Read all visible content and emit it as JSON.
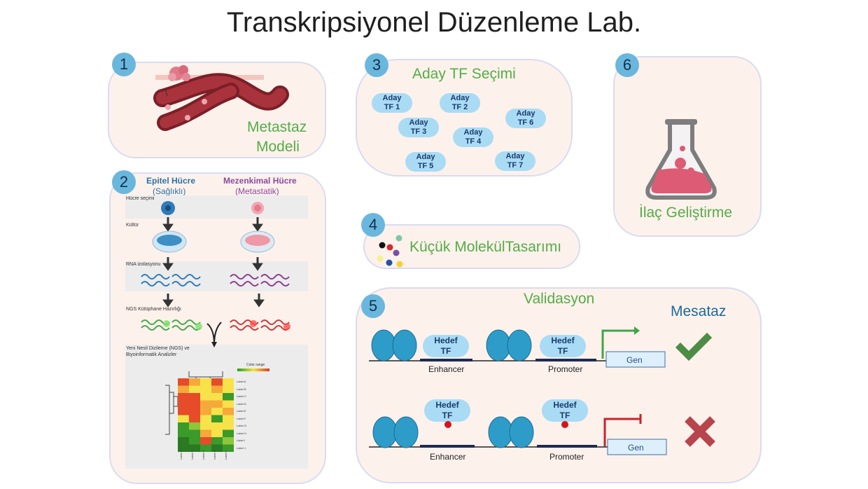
{
  "title": "Transkripsiyonel Düzenleme Lab.",
  "panels": {
    "p1": {
      "number": "1",
      "title_line1": "Metastaz",
      "title_line2": "Modeli"
    },
    "p2": {
      "number": "2",
      "epithelial": "Epitel Hücre",
      "epithelial_sub": "(Sağlıklı)",
      "mesenchymal": "Mezenkimal Hücre",
      "mesenchymal_sub": "(Metastatik)",
      "steps": [
        "Hücre seçimi",
        "Kültür",
        "RNA izolasyonu",
        "NGS Kütüphane Hazırlığı",
        "Yeni Nesil Dizileme  (NGS) ve",
        "Biyoinformatik Analizler"
      ],
      "color_range": "Color range",
      "row_labels": [
        "Label A",
        "Label B",
        "Label C",
        "Label D",
        "Label E",
        "Label F",
        "Label G",
        "Label H",
        "Label I",
        "Label J"
      ],
      "col_labels": [
        "Label 1",
        "Label 2",
        "Label 3",
        "Label 4",
        "Label 5"
      ]
    },
    "p3": {
      "number": "3",
      "title": "Aday TF Seçimi",
      "tfs": [
        {
          "l1": "Aday",
          "l2": "TF 1"
        },
        {
          "l1": "Aday",
          "l2": "TF 2"
        },
        {
          "l1": "Aday",
          "l2": "TF 3"
        },
        {
          "l1": "Aday",
          "l2": "TF 4"
        },
        {
          "l1": "Aday",
          "l2": "TF 5"
        },
        {
          "l1": "Aday",
          "l2": "TF 6"
        },
        {
          "l1": "Aday",
          "l2": "TF 7"
        }
      ]
    },
    "p4": {
      "number": "4",
      "title": "Küçük MolekülTasarımı"
    },
    "p5": {
      "number": "5",
      "title": "Validasyon",
      "subtitle": "Mesataz",
      "target_l1": "Hedef",
      "target_l2": "TF",
      "enhancer": "Enhancer",
      "promoter": "Promoter",
      "gene": "Gen"
    },
    "p6": {
      "number": "6",
      "title": "İlaç Geliştirme"
    }
  },
  "colors": {
    "accent_green": "#54ad47",
    "accent_blue": "#1b6a9a",
    "check": "#4c8c45",
    "cross": "#b8444c"
  }
}
